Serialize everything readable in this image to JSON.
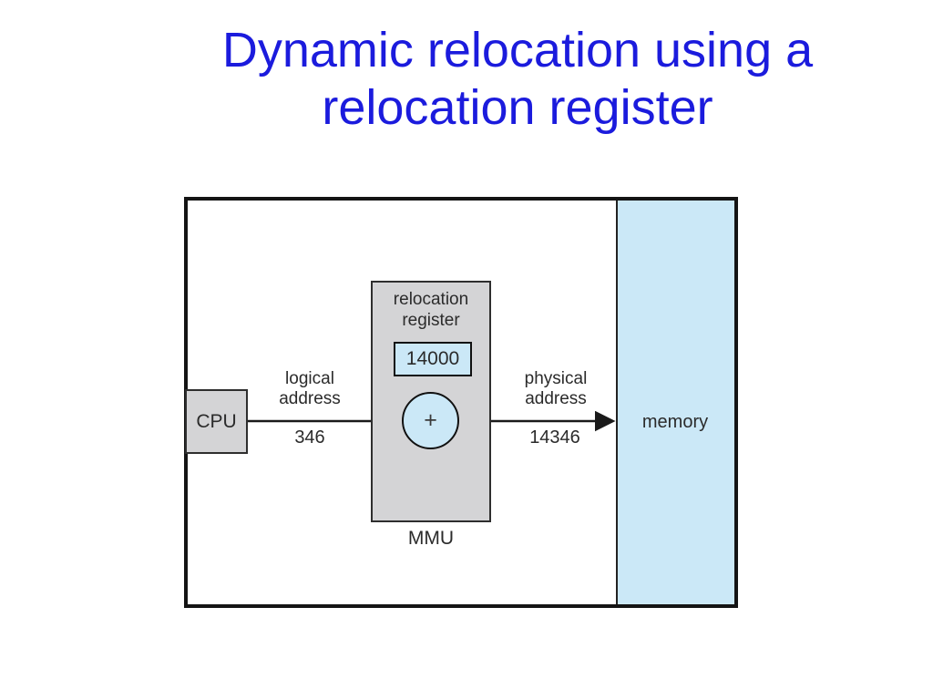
{
  "slide": {
    "title": {
      "line1": "Dynamic relocation using a",
      "line2": "relocation register"
    }
  },
  "diagram": {
    "cpu": {
      "label": "CPU"
    },
    "logical": {
      "label_line1": "logical",
      "label_line2": "address",
      "value": "346"
    },
    "mmu": {
      "register_label_line1": "relocation",
      "register_label_line2": "register",
      "register_value": "14000",
      "adder_symbol": "+",
      "label": "MMU"
    },
    "physical": {
      "label_line1": "physical",
      "label_line2": "address",
      "value": "14346"
    },
    "memory": {
      "label": "memory"
    }
  },
  "colors": {
    "title-blue": "#1b1bdd",
    "box-blue": "#cbe8f7",
    "box-gray": "#d4d4d6",
    "line-black": "#1a1a1a",
    "label-dark": "#2b2b2b"
  }
}
